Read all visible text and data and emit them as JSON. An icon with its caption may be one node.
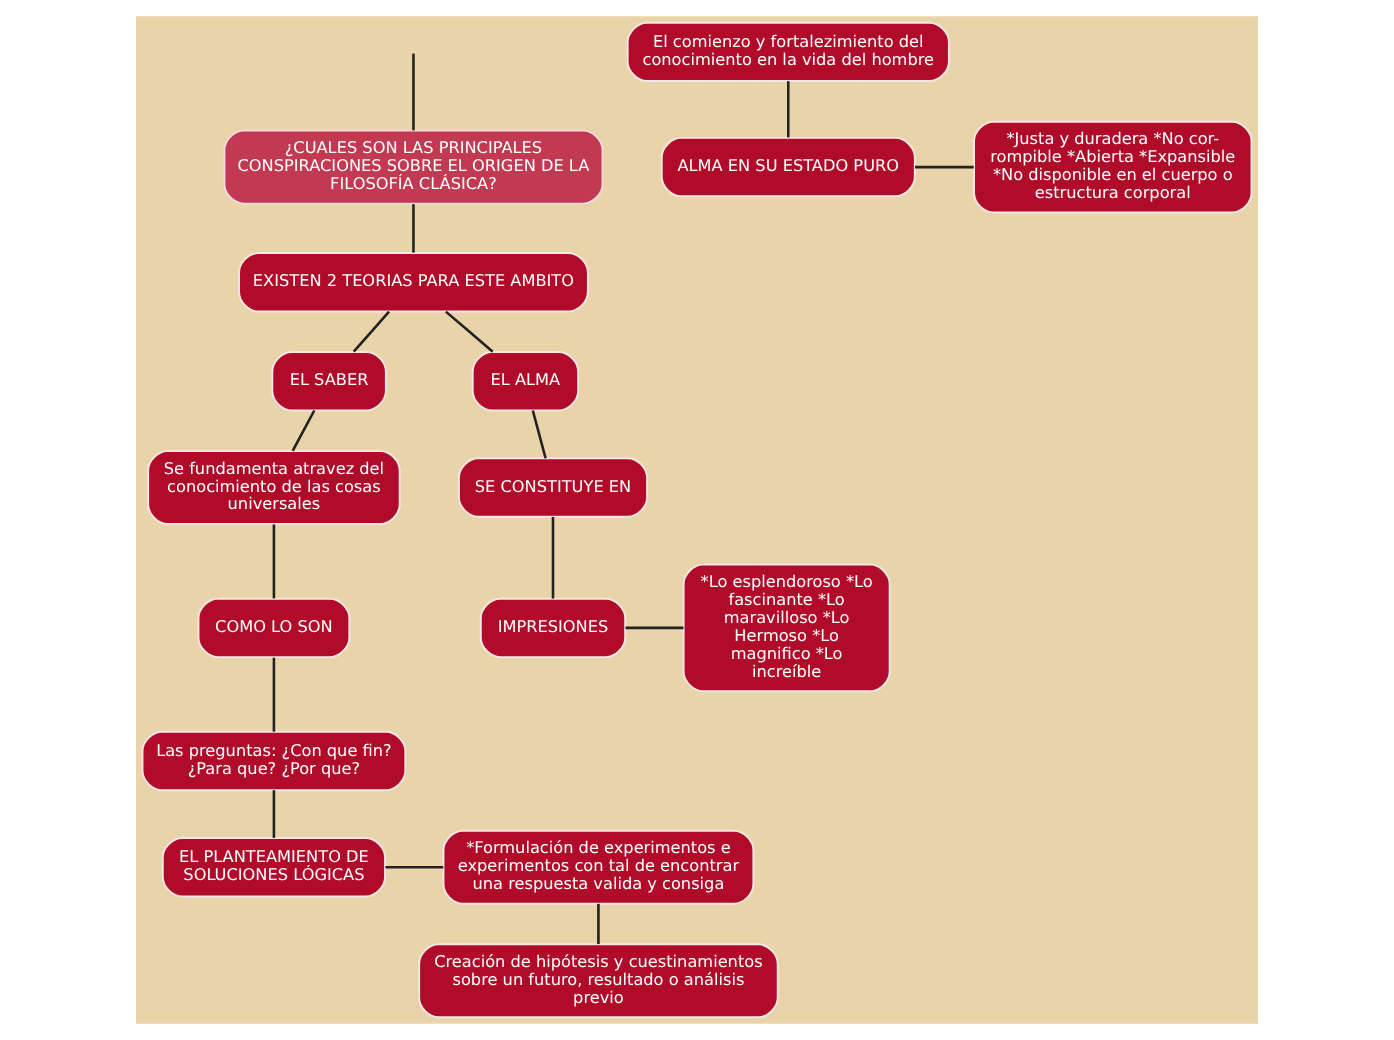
{
  "diagram": {
    "nodes": [
      {
        "text": [
          "¿CUALES SON LAS PRINCIPALES CONSPIRACIONES SOBRE EL ORIGEN DE LA FILOSOFÍA CLÁSICA?"
        ]
      },
      {
        "text": [
          "EXISTEN 2 TEORIAS PARA ESTE AMBITO"
        ]
      },
      {
        "text": [
          "EL SABER"
        ]
      },
      {
        "text": [
          "Se fundamenta atravez del conocimiento de las cosas universales"
        ]
      },
      {
        "text": [
          "COMO LO SON"
        ]
      },
      {
        "text": [
          "Las preguntas: ¿Con que fin? ¿Para que? ¿Por que?"
        ]
      },
      {
        "text": [
          "EL PLANTEAMIENTO DE SOLUCIONES LÓGICAS"
        ]
      },
      {
        "text": [
          "*Formulación de experimentos e experimentos con tal de encontrar una respuesta valida y consiga"
        ]
      },
      {
        "text": [
          "Creación de hipótesis y cuestinamientos sobre un futuro, resultado o análisis previo"
        ]
      },
      {
        "text": [
          "EL ALMA"
        ]
      },
      {
        "text": [
          "SE CONSTITUYE EN"
        ]
      },
      {
        "text": [
          "IMPRESIONES"
        ]
      },
      {
        "text": [
          "*Lo esplendoroso *Lo fascinante *Lo maravilloso *Lo Hermoso *Lo magnifico *Lo increíble"
        ]
      },
      {
        "text": [
          "El comienzo y fortalezimiento del conocimiento en la vida del hombre"
        ]
      },
      {
        "text": [
          "ALMA EN SU ESTADO PURO"
        ]
      },
      {
        "text": [
          "*Justa y duradera *No cor-rompible *Abierta *Expansible *No disponible en el cuerpo o estructura corporal"
        ]
      }
    ],
    "edges": [
      {
        "from": null,
        "to": 0,
        "arrow": "none"
      },
      {
        "from": 0,
        "to": 1,
        "arrow": "none"
      },
      {
        "from": 1,
        "to": 2,
        "arrow": "none"
      },
      {
        "from": 1,
        "to": 9,
        "arrow": "none"
      },
      {
        "from": 2,
        "to": 3,
        "arrow": "none"
      },
      {
        "from": 3,
        "to": 4,
        "arrow": "none"
      },
      {
        "from": 4,
        "to": 5,
        "arrow": "none"
      },
      {
        "from": 5,
        "to": 6,
        "arrow": "none"
      },
      {
        "from": 6,
        "to": 7,
        "arrow": "none"
      },
      {
        "from": 7,
        "to": 8,
        "arrow": "none"
      },
      {
        "from": 9,
        "to": 10,
        "arrow": "none"
      },
      {
        "from": 10,
        "to": 11,
        "arrow": "none"
      },
      {
        "from": 11,
        "to": 12,
        "arrow": "none"
      },
      {
        "from": 13,
        "to": 14,
        "arrow": "none"
      },
      {
        "from": 14,
        "to": 15,
        "arrow": "none"
      }
    ]
  }
}
